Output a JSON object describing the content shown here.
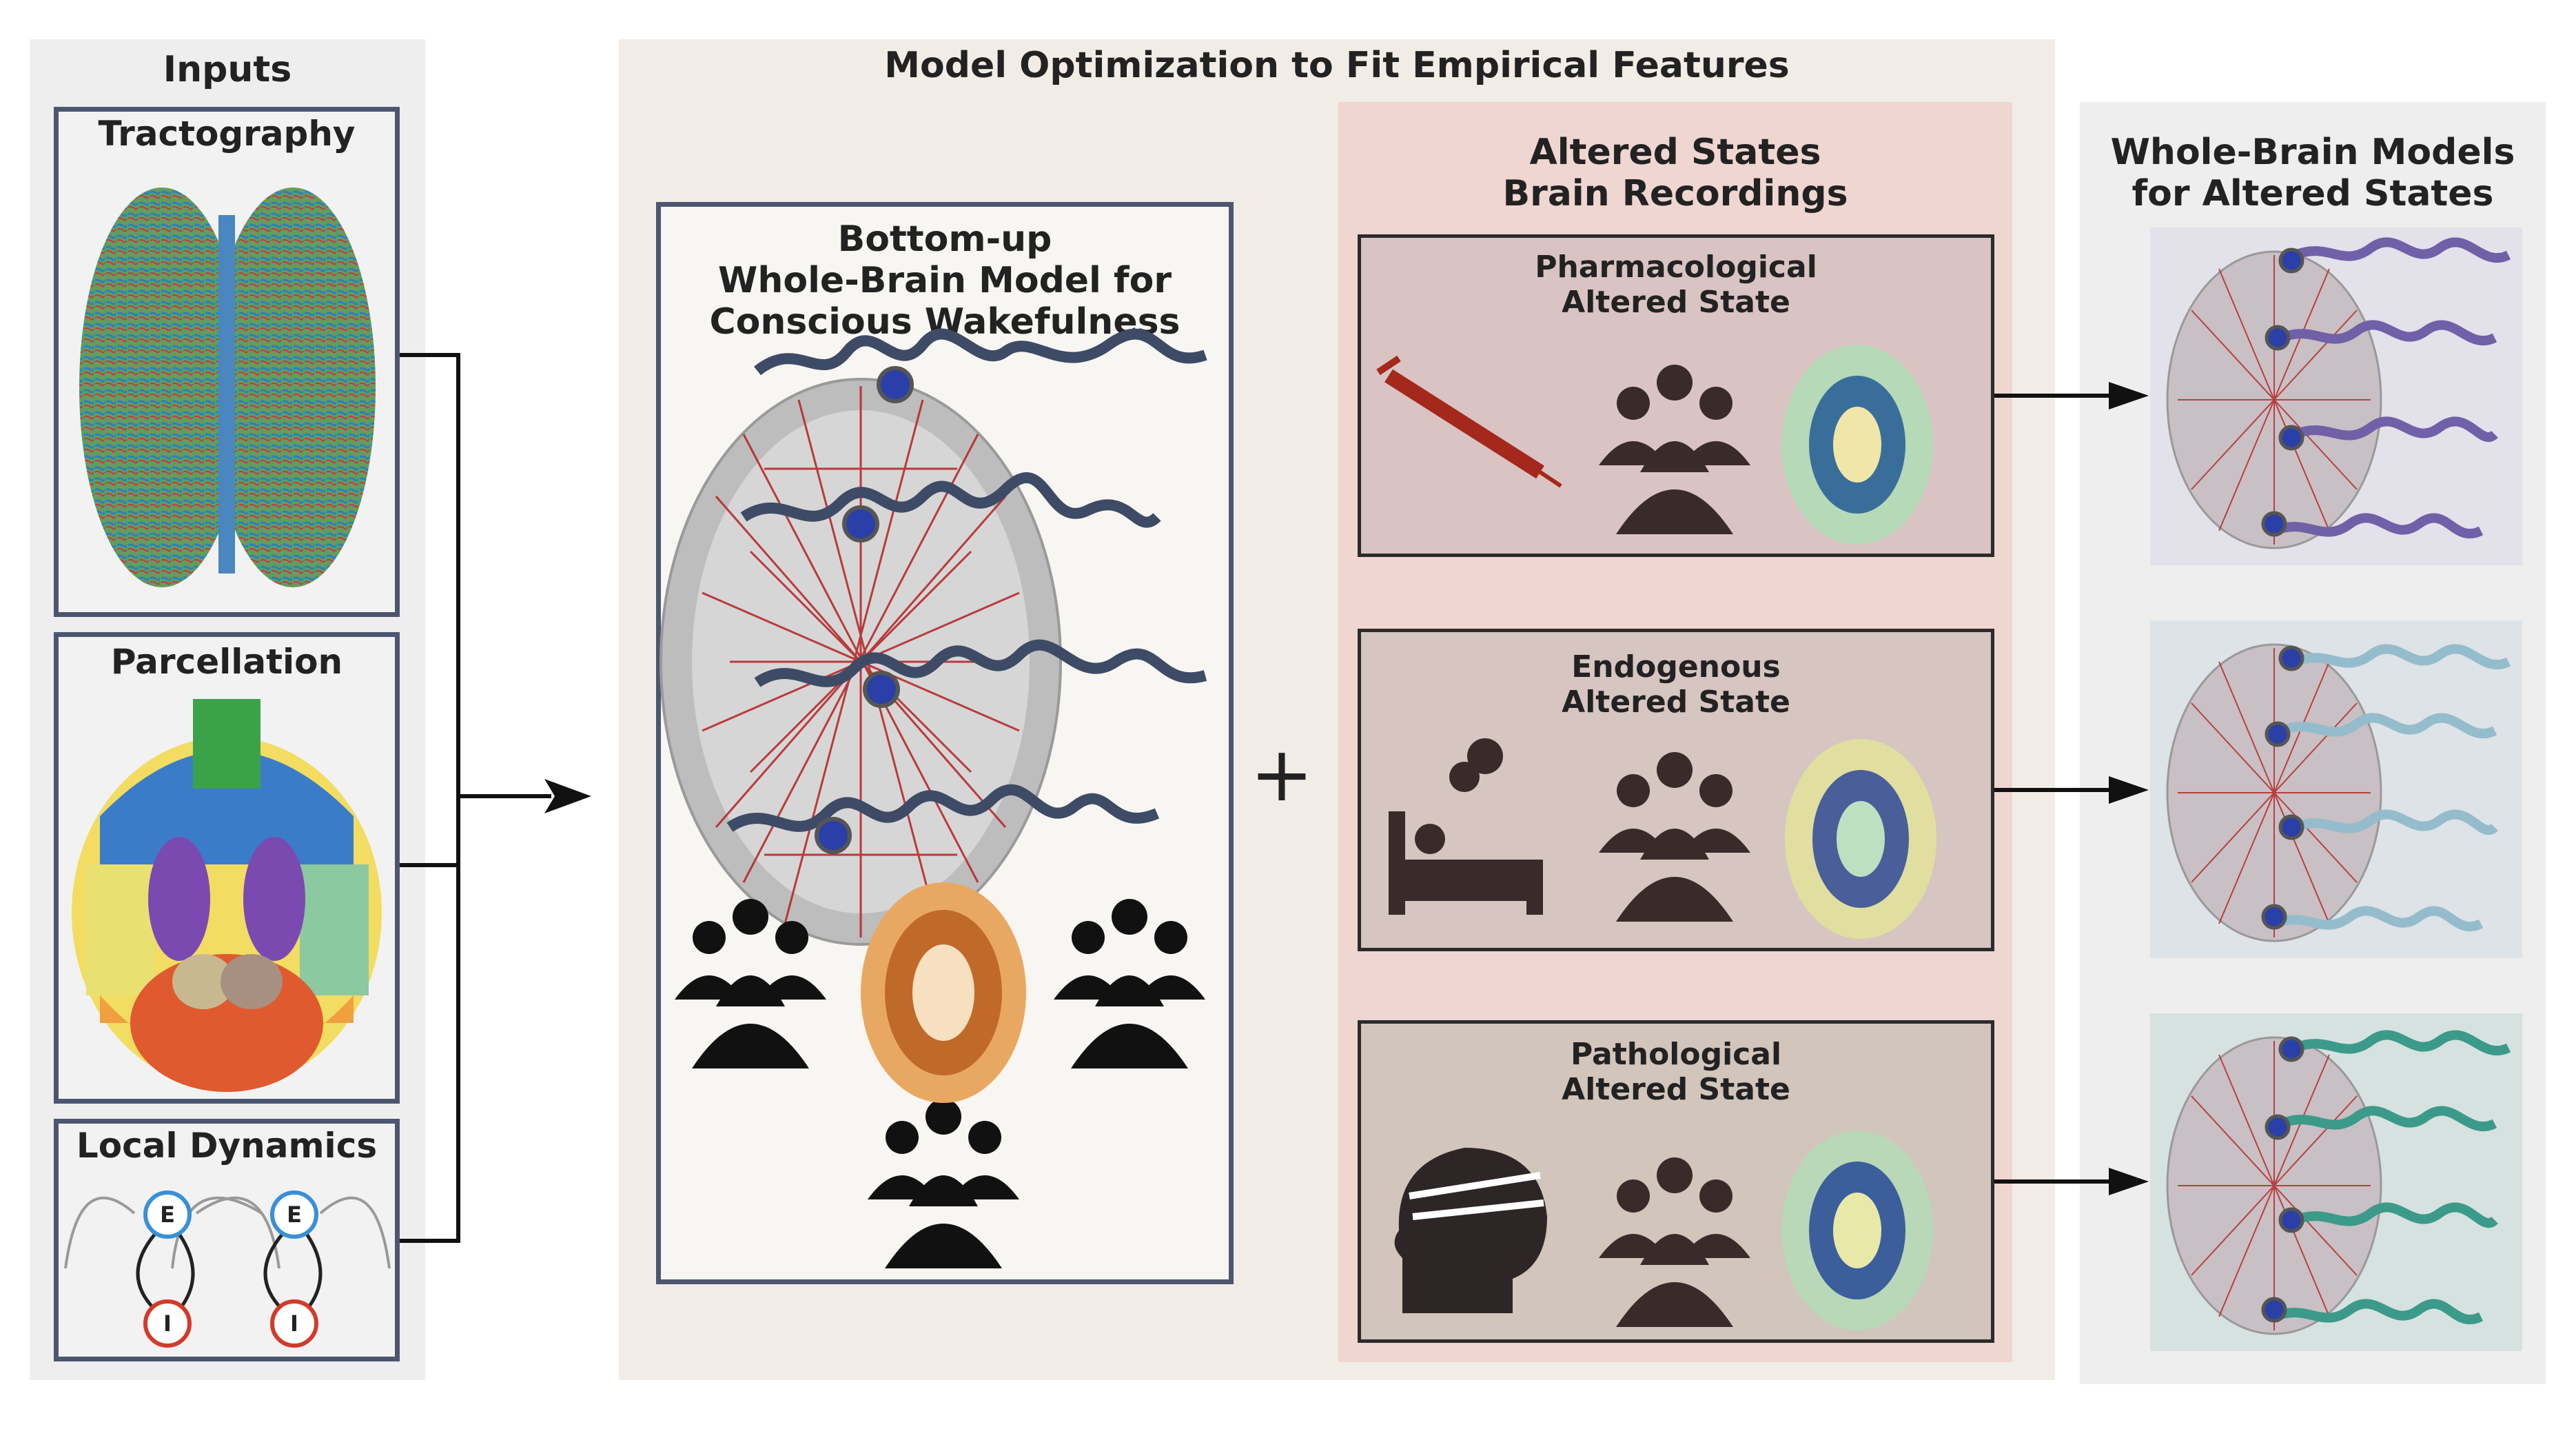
{
  "inputs": {
    "title": "Inputs",
    "tractography": "Tractography",
    "parcellation": "Parcellation",
    "local_dynamics": "Local Dynamics",
    "node_e": "E",
    "node_i": "I"
  },
  "optimization": {
    "title": "Model Optimization to Fit Empirical Features",
    "bottom_up_title": "Bottom-up\nWhole-Brain Model for\nConscious Wakefulness",
    "plus": "+"
  },
  "altered_states": {
    "title": "Altered States\nBrain Recordings",
    "states": [
      {
        "label": "Pharmacological\nAltered State",
        "color": "#d9c3c3"
      },
      {
        "label": "Endogenous\nAltered State",
        "color": "#d6c5c0"
      },
      {
        "label": "Pathological\nAltered State",
        "color": "#d2c5bb"
      }
    ]
  },
  "models": {
    "title": "Whole-Brain Models\nfor Altered States",
    "colors": [
      "#7060a8",
      "#94bccc",
      "#3c9a8a"
    ]
  },
  "colors": {
    "frame": "#4d5670",
    "signal_wake": "#3e4b66",
    "connectome": "#b52020",
    "e_node": "#3a8fd6",
    "i_node": "#d23a2a"
  }
}
